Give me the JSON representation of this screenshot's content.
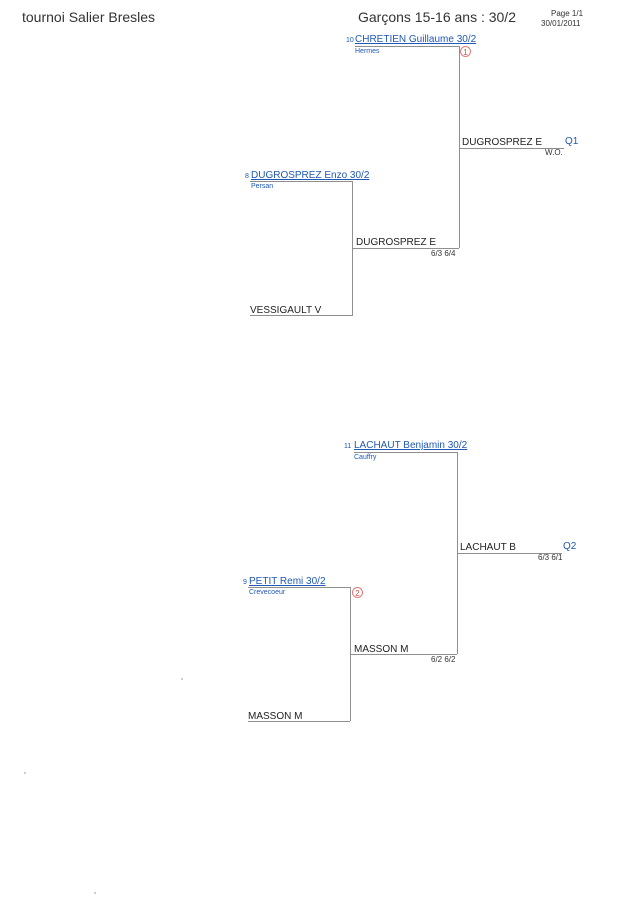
{
  "header": {
    "tournament": "tournoi Salier Bresles",
    "category": "Garçons 15-16 ans : 30/2",
    "page": "Page 1/1",
    "date": "30/01/2011"
  },
  "top": {
    "p1": {
      "seed": "10",
      "name": "CHRETIEN Guillaume 30/2",
      "club": "Hermes"
    },
    "p1_mark": "1",
    "p2": {
      "seed": "8",
      "name": "DUGROSPREZ Enzo 30/2",
      "club": "Persan"
    },
    "p3": {
      "name": "VESSIGAULT V"
    },
    "semi_winner": "DUGROSPREZ E",
    "semi_score": "6/3 6/4",
    "final_winner": "DUGROSPREZ E",
    "final_score": "W.O.",
    "qualifier": "Q1"
  },
  "bottom": {
    "p1": {
      "seed": "11",
      "name": "LACHAUT Benjamin 30/2",
      "club": "Cauffry"
    },
    "p2": {
      "seed": "9",
      "name": "PETIT Remi 30/2",
      "club": "Crevecoeur"
    },
    "p2_mark": "2",
    "p3": {
      "name": "MASSON M"
    },
    "semi_winner": "MASSON M",
    "semi_score": "6/2 6/2",
    "final_winner": "LACHAUT B",
    "final_score": "6/3 6/1",
    "qualifier": "Q2"
  }
}
